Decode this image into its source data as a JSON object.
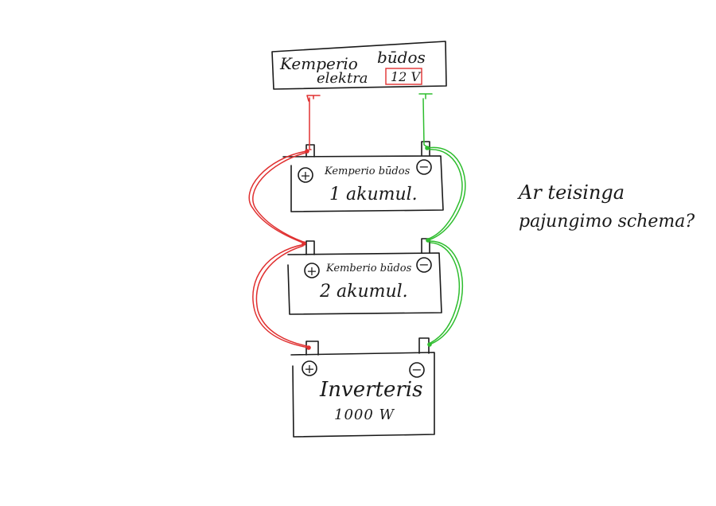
{
  "source": {
    "line1_left": "Kemperio",
    "line1_right": "būdos",
    "line2": "elektra",
    "voltage": "12 V"
  },
  "battery1": {
    "title": "Kemperio būdos",
    "label": "1 akumul.",
    "plus": "+",
    "minus": "−"
  },
  "battery2": {
    "title": "Kemberio būdos",
    "label": "2 akumul.",
    "plus": "+",
    "minus": "−"
  },
  "inverter": {
    "label": "Inverteris",
    "power": "1000 W",
    "plus": "+",
    "minus": "−"
  },
  "question": {
    "line1": "Ar teisinga",
    "line2": "pajungimo schema?"
  },
  "colors": {
    "positive": "#e03030",
    "negative": "#2ebd2e",
    "ink": "#1a1a1a"
  }
}
